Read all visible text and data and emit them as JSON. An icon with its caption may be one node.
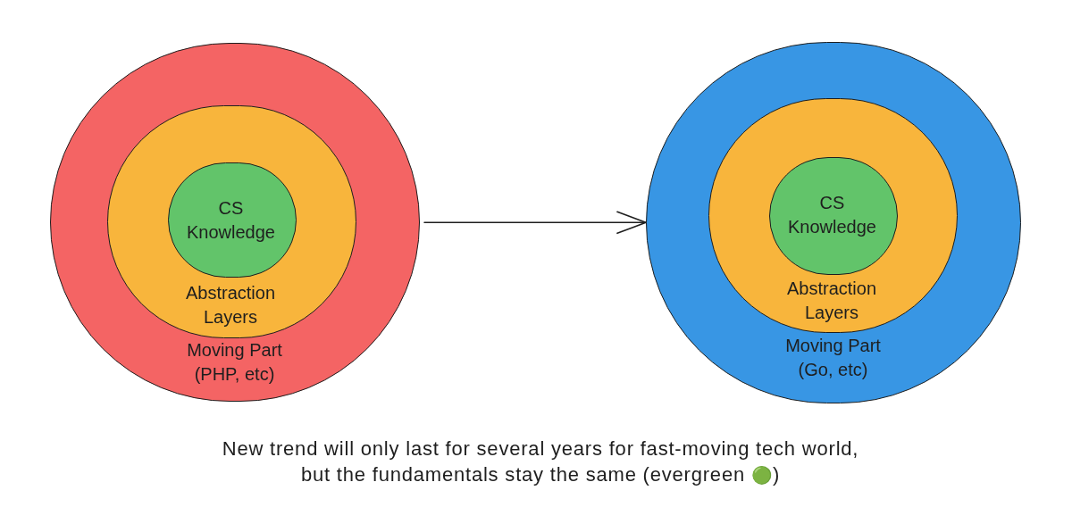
{
  "diagram": {
    "caption": "New trend will only last for several years for fast-moving tech world, but the fundamentals stay the same (evergreen 🟢)",
    "nodes": [
      {
        "text": [
          "Moving Part (PHP, etc)"
        ]
      },
      {
        "text": [
          "Abstraction Layers"
        ],
        "in": 0
      },
      {
        "text": [
          "CS Knowledge"
        ],
        "in": 1
      },
      {
        "text": [
          "Moving Part (Go, etc)"
        ]
      },
      {
        "text": [
          "Abstraction Layers"
        ],
        "in": 3
      },
      {
        "text": [
          "CS Knowledge"
        ],
        "in": 4
      }
    ],
    "edges": [
      {
        "from": 0,
        "to": 3,
        "arrow": "to"
      }
    ]
  }
}
